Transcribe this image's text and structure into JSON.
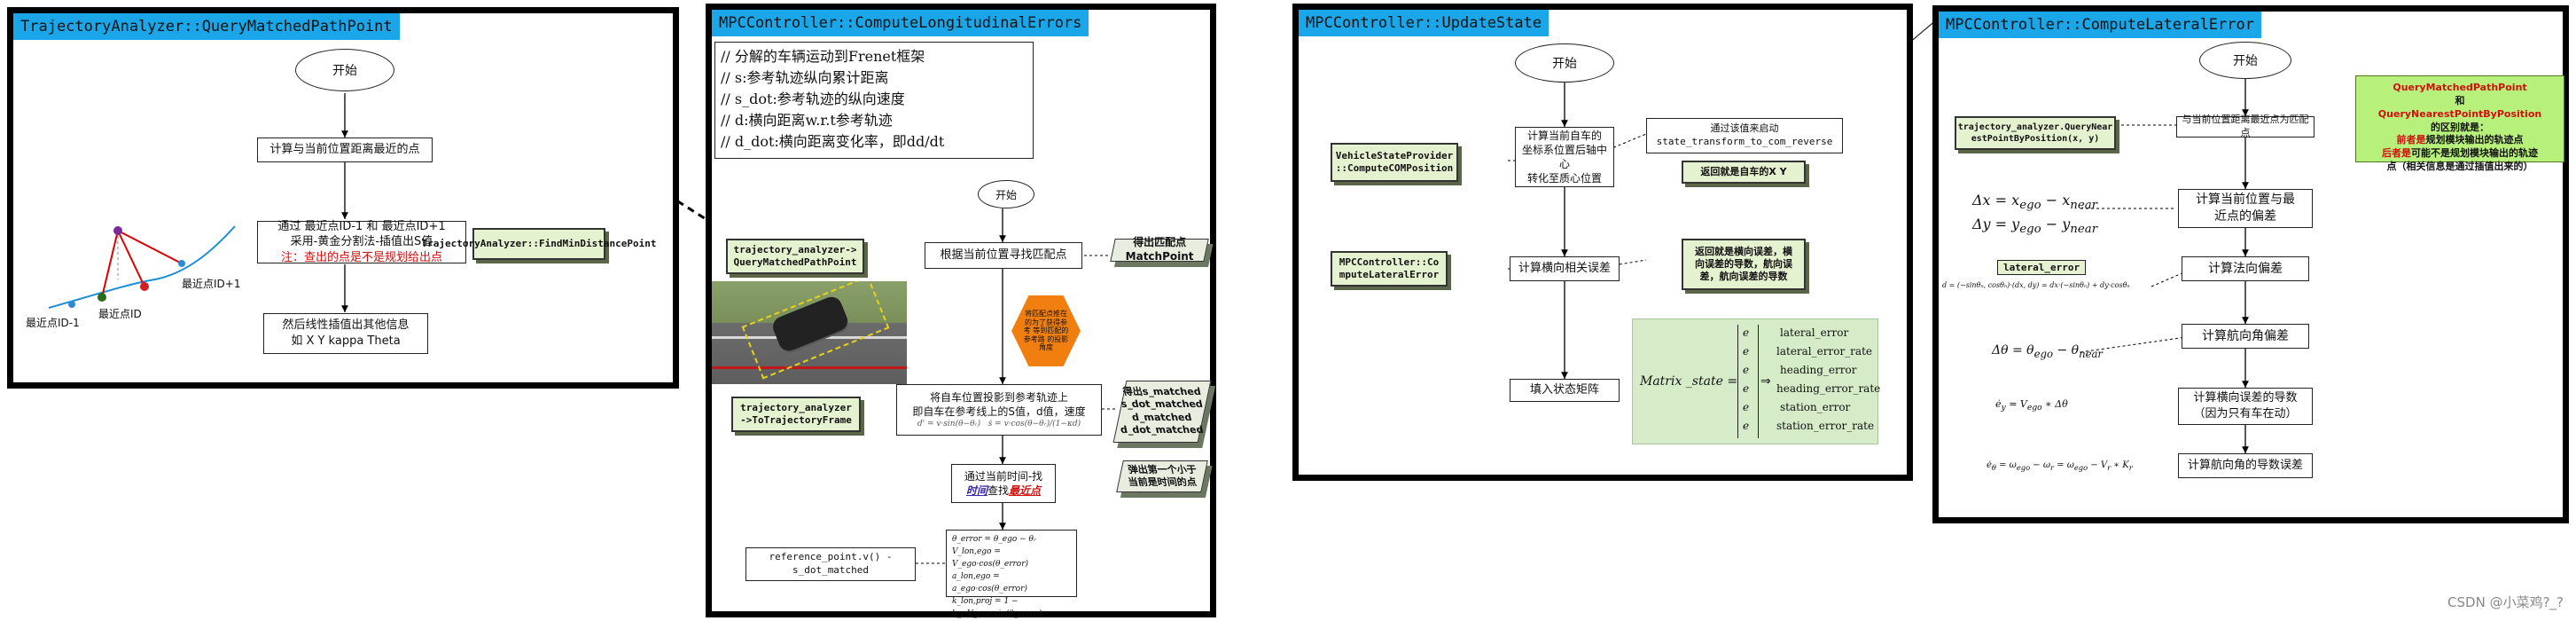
{
  "colors": {
    "title_bg": "#1aa6e8",
    "green_box": "#e5f2cf",
    "matrix_bg": "#d6ecc8",
    "hexagon": "#f07f10",
    "note_box": "#b7f07a"
  },
  "panel1": {
    "title": "TrajectoryAnalyzer::QueryMatchedPathPoint",
    "start": "开始",
    "step1": "计算与当前位置距离最近的点",
    "step2_line1": "通过 最近点ID-1 和 最近点ID+1",
    "step2_line2": "采用-黄金分割法-插值出S值",
    "step2_note": "注：查出的点是不是规划给出点",
    "func_box": "TrajectoryAnalyzer::FindMinDistancePoint",
    "step3_line1": "然后线性插值出其他信息",
    "step3_line2": "如 X Y kappa Theta",
    "label_prev": "最近点ID-1",
    "label_cur": "最近点ID",
    "label_next": "最近点ID+1"
  },
  "panel2": {
    "title": "MPCController::ComputeLongitudinalErrors",
    "comments": [
      "// 分解的车辆运动到Frenet框架",
      "// s:参考轨迹纵向累计距离",
      "// s_dot:参考轨迹的纵向速度",
      "// d:横向距离w.r.t参考轨迹",
      "// d_dot:横向距离变化率，即dd/dt"
    ],
    "start": "开始",
    "step1": "根据当前位置寻找匹配点",
    "step2_line1": "将自车位置投影到参考轨迹上",
    "step2_line2": "即自车在参考线上的S值，d值，速度",
    "step3_line1": "通过当前时间-找",
    "step3_em": "时间",
    "step3_mid": "查找",
    "step3_em2": "最近点",
    "func1": "trajectory_analyzer-> QueryMatchedPathPoint",
    "func2": "trajectory_analyzer ->ToTrajectoryFrame",
    "out1": "得出匹配点MatchPoint",
    "out2_lines": [
      "得出s_matched",
      "s_dot_matched",
      "d_matched",
      "d_dot_matched"
    ],
    "out3_line1": "弹出第一个小于",
    "out3_line2": "当前是时间的点",
    "hexagon_text": "将匹配点推在的为了获得参考 等到匹配的参考路 的投影角度",
    "ref_box": "reference_point.v() - s_dot_matched"
  },
  "panel3": {
    "title": "MPCController::UpdateState",
    "start": "开始",
    "step1_lines": [
      "计算当前自车的",
      "坐标系位置后轴中心",
      "转化至质心位置"
    ],
    "step2": "计算横向相关误差",
    "step3": "填入状态矩阵",
    "func1_lines": [
      "VehicleStateProvider",
      "::ComputeCOMPosition"
    ],
    "func2_lines": [
      "MPCController::Co",
      "mputeLateralError"
    ],
    "note1_lines": [
      "通过该值来启动",
      "state_transform_to_com_reverse"
    ],
    "note2": "返回就是自车的X Y",
    "note3_lines": [
      "返回就是横向误差，横",
      "向误差的导数，航向误",
      "差，航向误差的导数"
    ],
    "matrix_label": "Matrix _state =",
    "matrix_entries": [
      "e",
      "e",
      "e",
      "e",
      "e",
      "e"
    ],
    "matrix_names": [
      "lateral_error",
      "lateral_error_rate",
      "heading_error",
      "heading_error_rate",
      "station_error",
      "station_error_rate"
    ]
  },
  "panel4": {
    "title": "MPCController::ComputeLateralError",
    "start": "开始",
    "step1": "与当前位置距离最近点为匹配点",
    "step2_lines": [
      "计算当前位置与最",
      "近点的偏差"
    ],
    "step3": "计算法向偏差",
    "step4": "计算航向角偏差",
    "step5_lines": [
      "计算横向误差的导数",
      "（因为只有车在动）"
    ],
    "step6": "计算航向角的导数误差",
    "func1_lines": [
      "trajectory_analyzer.QueryNear",
      "estPointByPosition(x, y)"
    ],
    "lateral_label": "lateral_error",
    "note_title1": "QueryMatchedPathPoint",
    "note_and": "和",
    "note_title2": "QueryNearestPointByPosition",
    "note_diff": "的区别就是：",
    "note_line1_red": "前者是",
    "note_line1": "规划模块输出的轨迹点",
    "note_line2_red": "后者是",
    "note_line2": "可能不是规划模块输出的轨迹",
    "note_line3": "点（相关信息是通过插值出来的）"
  },
  "watermark": "CSDN @小菜鸡?_?"
}
